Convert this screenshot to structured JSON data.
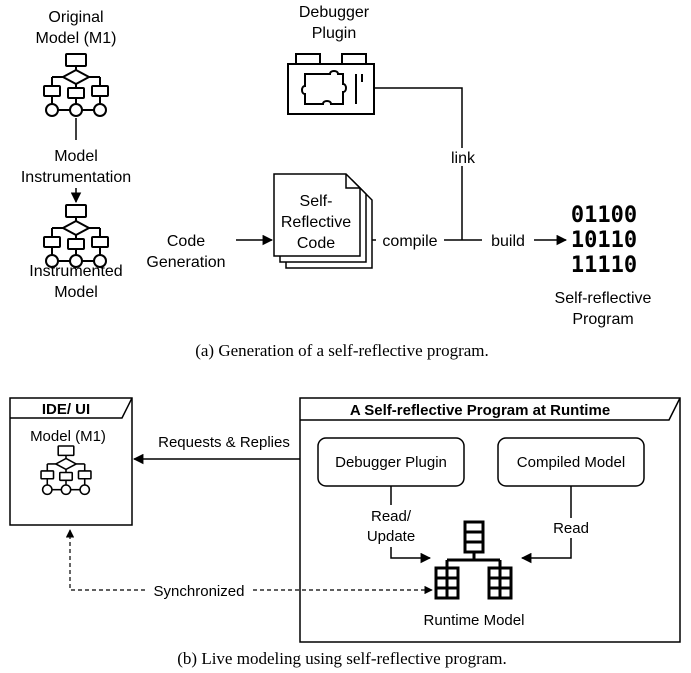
{
  "top": {
    "original_model": {
      "line1": "Original",
      "line2": "Model (M1)"
    },
    "instrumentation": {
      "line1": "Model",
      "line2": "Instrumentation"
    },
    "instrumented_model": {
      "line1": "Instrumented",
      "line2": "Model"
    },
    "code_generation": {
      "line1": "Code",
      "line2": "Generation"
    },
    "debugger_plugin": {
      "line1": "Debugger",
      "line2": "Plugin"
    },
    "self_reflective_code": {
      "line1": "Self-",
      "line2": "Reflective",
      "line3": "Code"
    },
    "edge_link": "link",
    "edge_compile": "compile",
    "edge_build": "build",
    "binary": {
      "row1": "01100",
      "row2": "10110",
      "row3": "11110"
    },
    "program": {
      "line1": "Self-reflective",
      "line2": "Program"
    },
    "caption": "(a) Generation of a self-reflective program."
  },
  "bottom": {
    "ide_title": "IDE/ UI",
    "ide_model": "Model (M1)",
    "requests": "Requests & Replies",
    "runtime_title": "A Self-reflective Program at Runtime",
    "debugger_plugin": "Debugger Plugin",
    "compiled_model": "Compiled Model",
    "read_update": {
      "line1": "Read/",
      "line2": "Update"
    },
    "read": "Read",
    "synchronized": "Synchronized",
    "runtime_model": "Runtime Model",
    "caption": "(b) Live modeling using self-reflective program."
  }
}
